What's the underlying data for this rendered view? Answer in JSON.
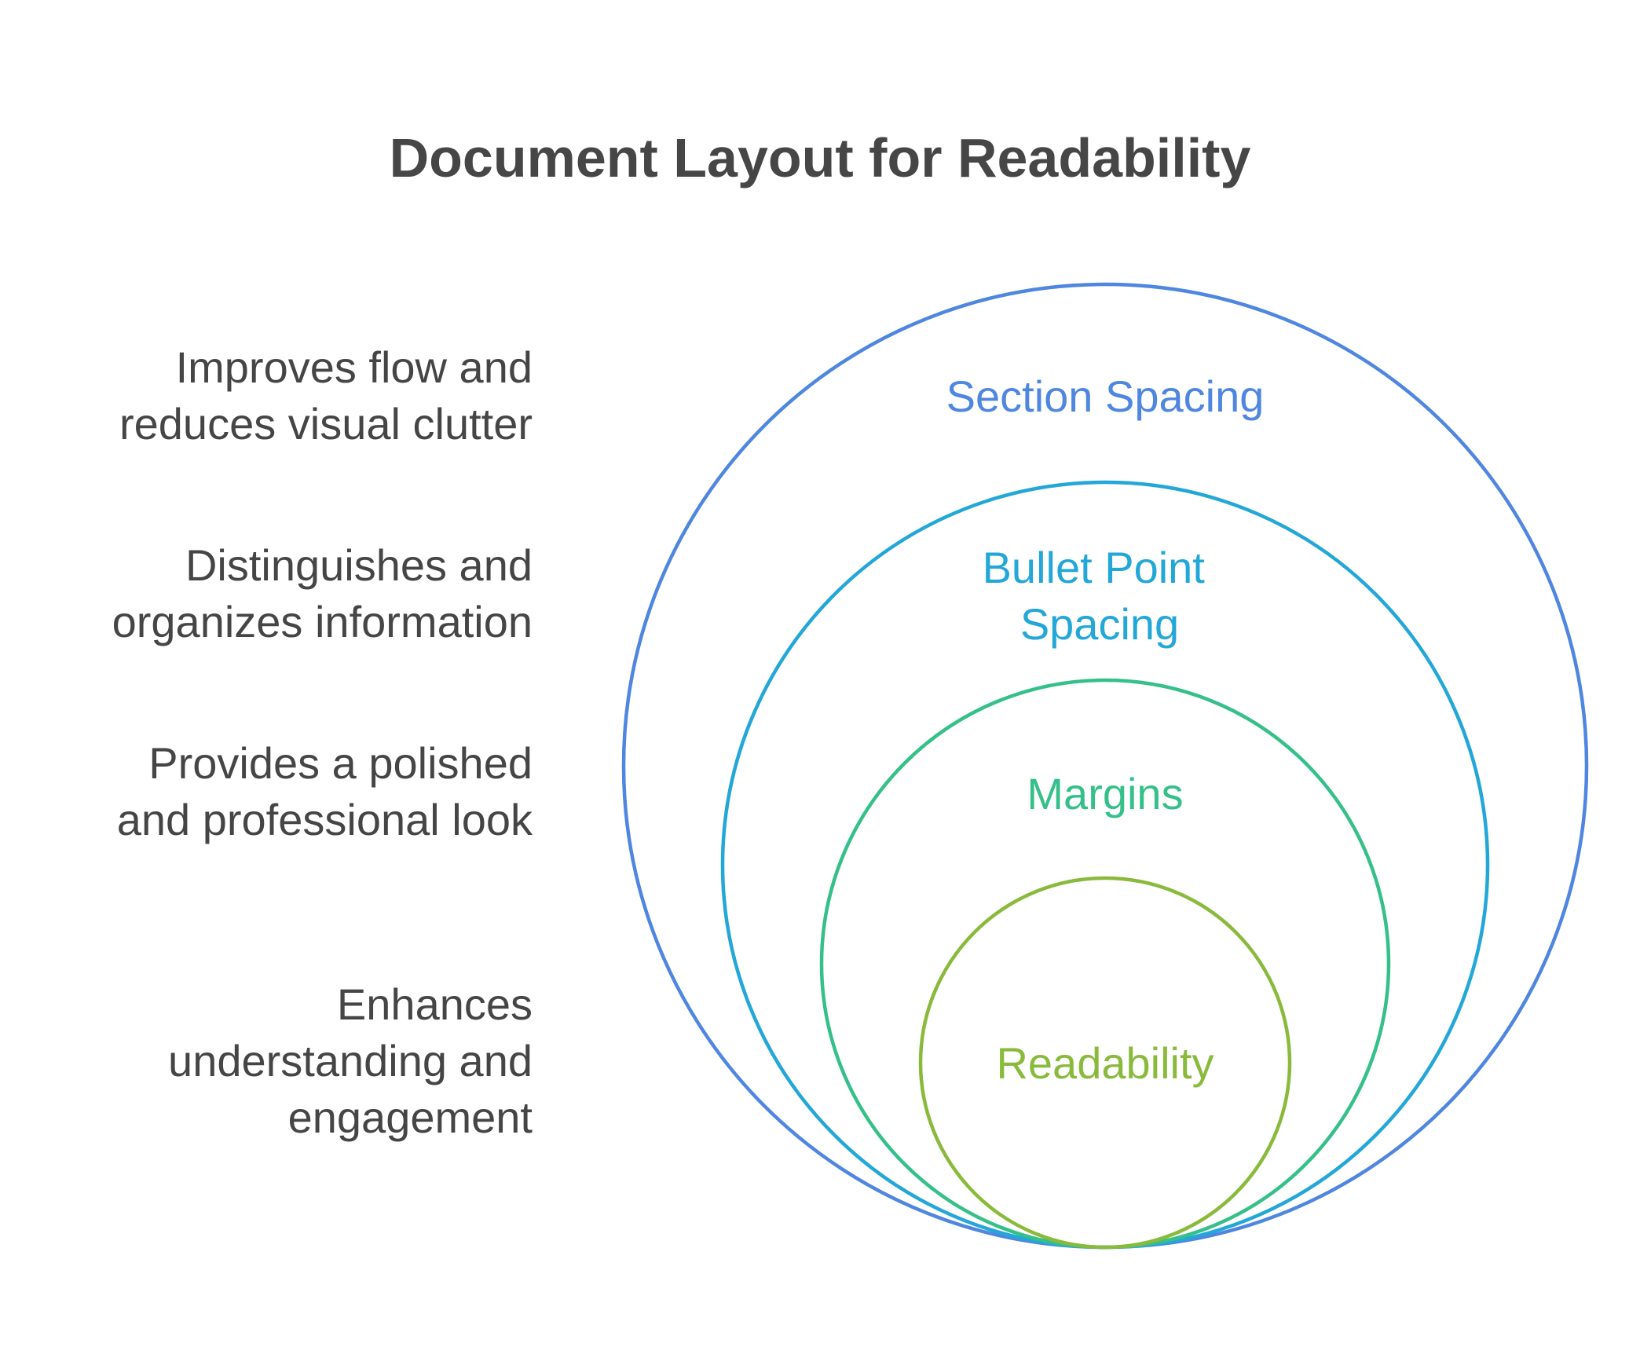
{
  "title": "Document Layout for Readability",
  "colors": {
    "section_spacing": "#4f86e0",
    "bullet_point_spacing": "#23a7d8",
    "margins": "#35c08a",
    "readability": "#8aba3c",
    "text": "#454545"
  },
  "layers": [
    {
      "label_lines": [
        "Section Spacing"
      ],
      "description_lines": [
        "Improves flow and",
        "reduces visual clutter"
      ]
    },
    {
      "label_lines": [
        "Bullet Point",
        "Spacing"
      ],
      "description_lines": [
        "Distinguishes and",
        "organizes information"
      ]
    },
    {
      "label_lines": [
        "Margins"
      ],
      "description_lines": [
        "Provides a polished",
        "and professional look"
      ]
    },
    {
      "label_lines": [
        "Readability"
      ],
      "description_lines": [
        "Enhances",
        "understanding and",
        "engagement"
      ]
    }
  ]
}
